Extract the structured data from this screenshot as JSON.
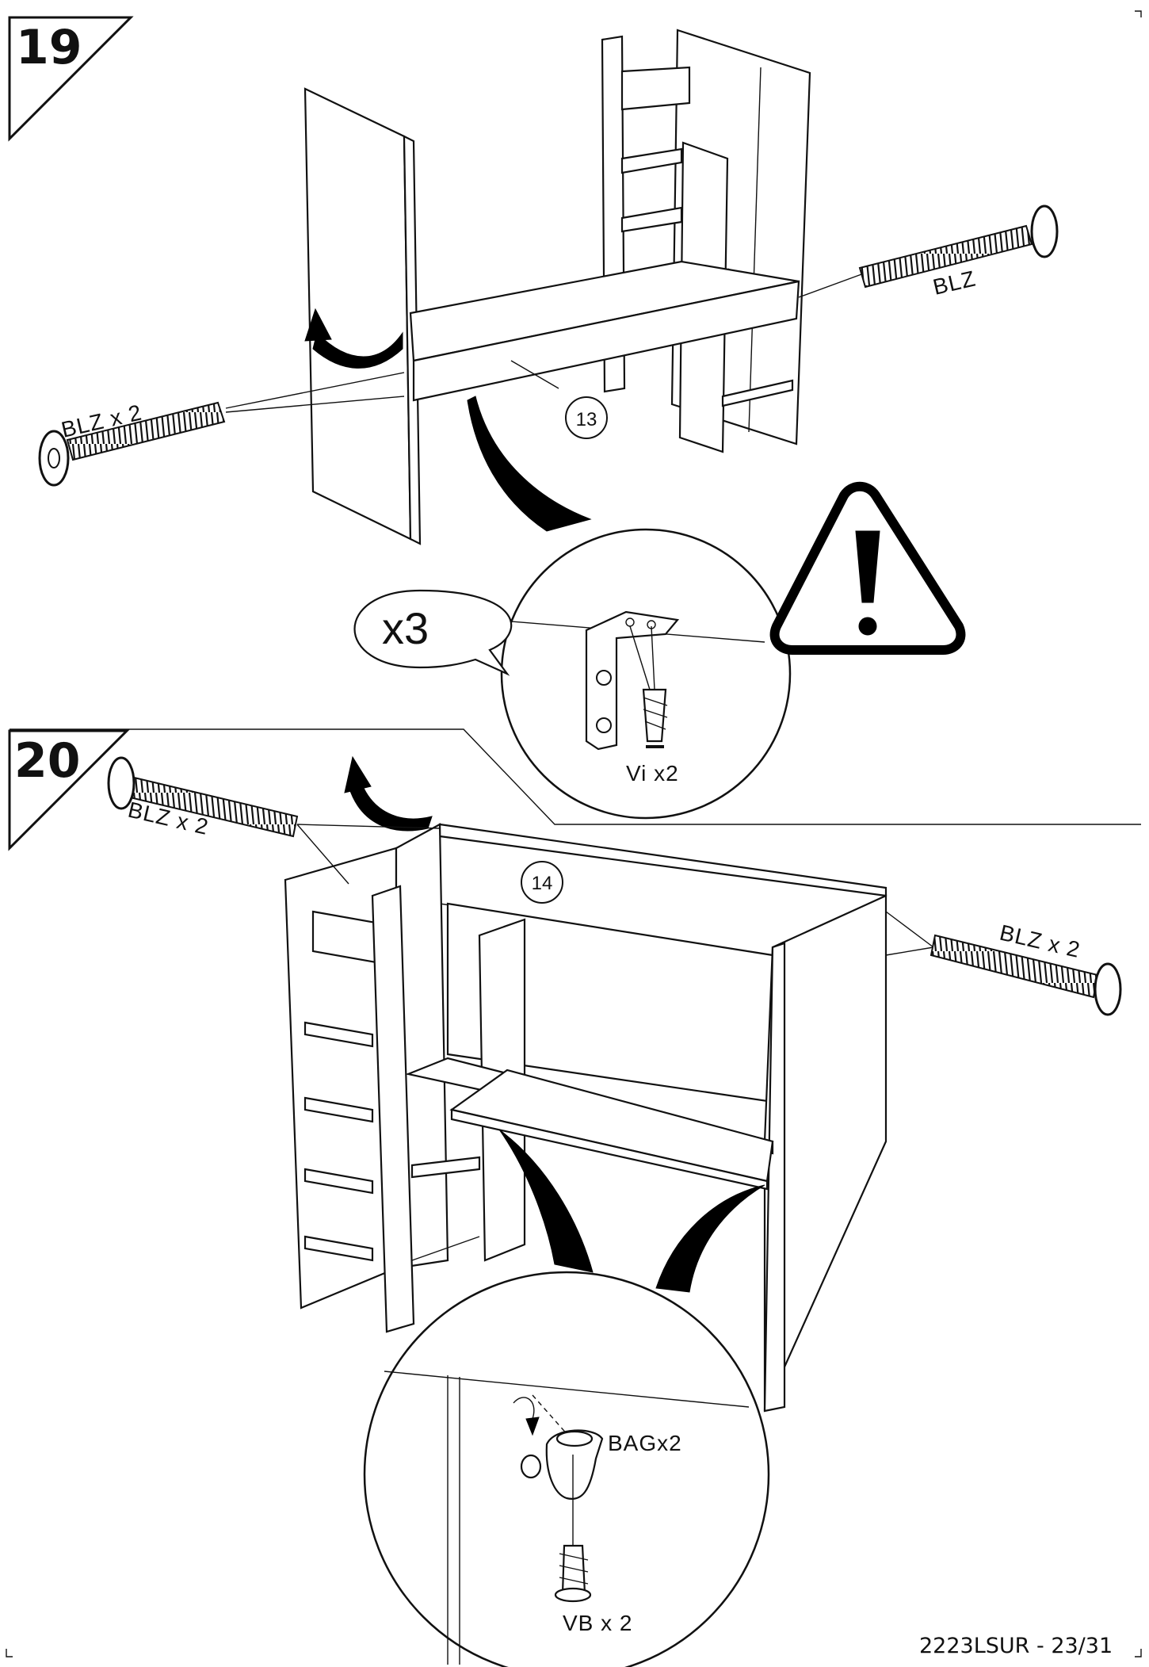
{
  "steps": [
    {
      "number": "19",
      "labels": {
        "bolt_left": "BLZ x 2",
        "bolt_right": "BLZ",
        "part": "13",
        "callout": "x3",
        "screw": "Vi x2"
      }
    },
    {
      "number": "20",
      "labels": {
        "bolt_left": "BLZ x 2",
        "bolt_right": "BLZ x 2",
        "part": "14",
        "bracket": "BAGx2",
        "screw": "VB x 2"
      }
    }
  ],
  "footer": {
    "page_code": "2223LSUR - 23/31"
  },
  "icons": [
    "warning-icon",
    "rotate-arrow-icon",
    "bolt-icon",
    "bracket-icon",
    "screw-icon"
  ],
  "colors": {
    "ink": "#000000",
    "paper": "#ffffff"
  }
}
